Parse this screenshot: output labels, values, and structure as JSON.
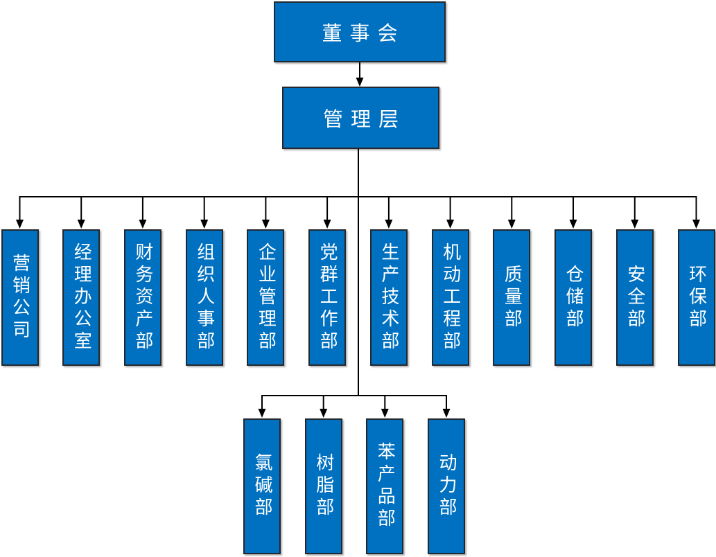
{
  "org": {
    "board": {
      "label": "董事会"
    },
    "management": {
      "label": "管理层"
    },
    "departments": [
      {
        "label": "营销公司"
      },
      {
        "label": "经理办公室"
      },
      {
        "label": "财务资产部"
      },
      {
        "label": "组织人事部"
      },
      {
        "label": "企业管理部"
      },
      {
        "label": "党群工作部"
      },
      {
        "label": "生产技术部"
      },
      {
        "label": "机动工程部"
      },
      {
        "label": "质量部"
      },
      {
        "label": "仓储部"
      },
      {
        "label": "安全部"
      },
      {
        "label": "环保部"
      }
    ],
    "sub_departments": [
      {
        "label": "氯碱部"
      },
      {
        "label": "树脂部"
      },
      {
        "label": "苯产品部"
      },
      {
        "label": "动力部"
      }
    ],
    "colors": {
      "box_fill": "#0070C0",
      "box_border": "#23282e",
      "text": "#FFFFFF",
      "connector": "#000000"
    }
  }
}
